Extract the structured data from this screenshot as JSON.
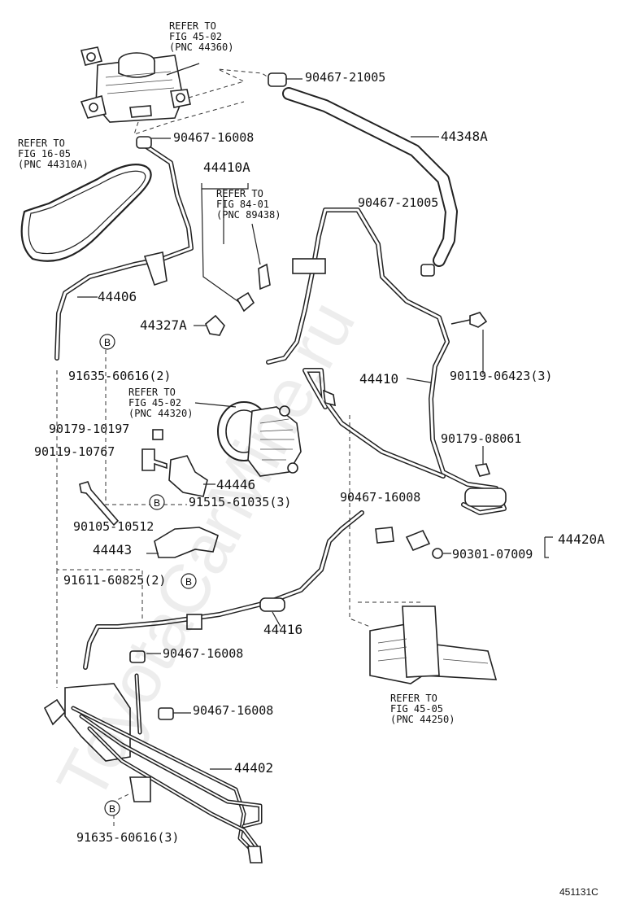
{
  "diagram": {
    "figure_code": "451131C",
    "watermark": "ToyotaCarMine.ru",
    "references": [
      {
        "id": "ref-45-02-top",
        "text": "REFER TO\nFIG 45-02\n(PNC 44360)"
      },
      {
        "id": "ref-16-05",
        "text": "REFER TO\nFIG 16-05\n(PNC 44310A)"
      },
      {
        "id": "ref-84-01",
        "text": "REFER TO\nFIG 84-01\n(PNC 89438)"
      },
      {
        "id": "ref-45-02-mid",
        "text": "REFER TO\nFIG 45-02\n(PNC 44320)"
      },
      {
        "id": "ref-45-05",
        "text": "REFER TO\nFIG 45-05\n(PNC 44250)"
      }
    ],
    "labels": {
      "p90467_21005_top": "90467-21005",
      "p90467_16008_top": "90467-16008",
      "p44348A": "44348A",
      "p44410A": "44410A",
      "p90467_21005_mid": "90467-21005",
      "p44406": "44406",
      "p44327A": "44327A",
      "p91635_60616_2": "91635-60616(2)",
      "p44410": "44410",
      "p90119_06423": "90119-06423(3)",
      "p90179_10197": "90179-10197",
      "p90119_10767": "90119-10767",
      "p44446": "44446",
      "p91515_61035": "91515-61035(3)",
      "p90179_08061": "90179-08061",
      "p90105_10512": "90105-10512",
      "p90467_16008_mid": "90467-16008",
      "p44420A": "44420A",
      "p90301_07009": "90301-07009",
      "p44443": "44443",
      "p91611_60825": "91611-60825(2)",
      "p44416": "44416",
      "p90467_16008_low1": "90467-16008",
      "p90467_16008_low2": "90467-16008",
      "p44402": "44402",
      "p91635_60616_3": "91635-60616(3)"
    },
    "b_marker": "B"
  }
}
